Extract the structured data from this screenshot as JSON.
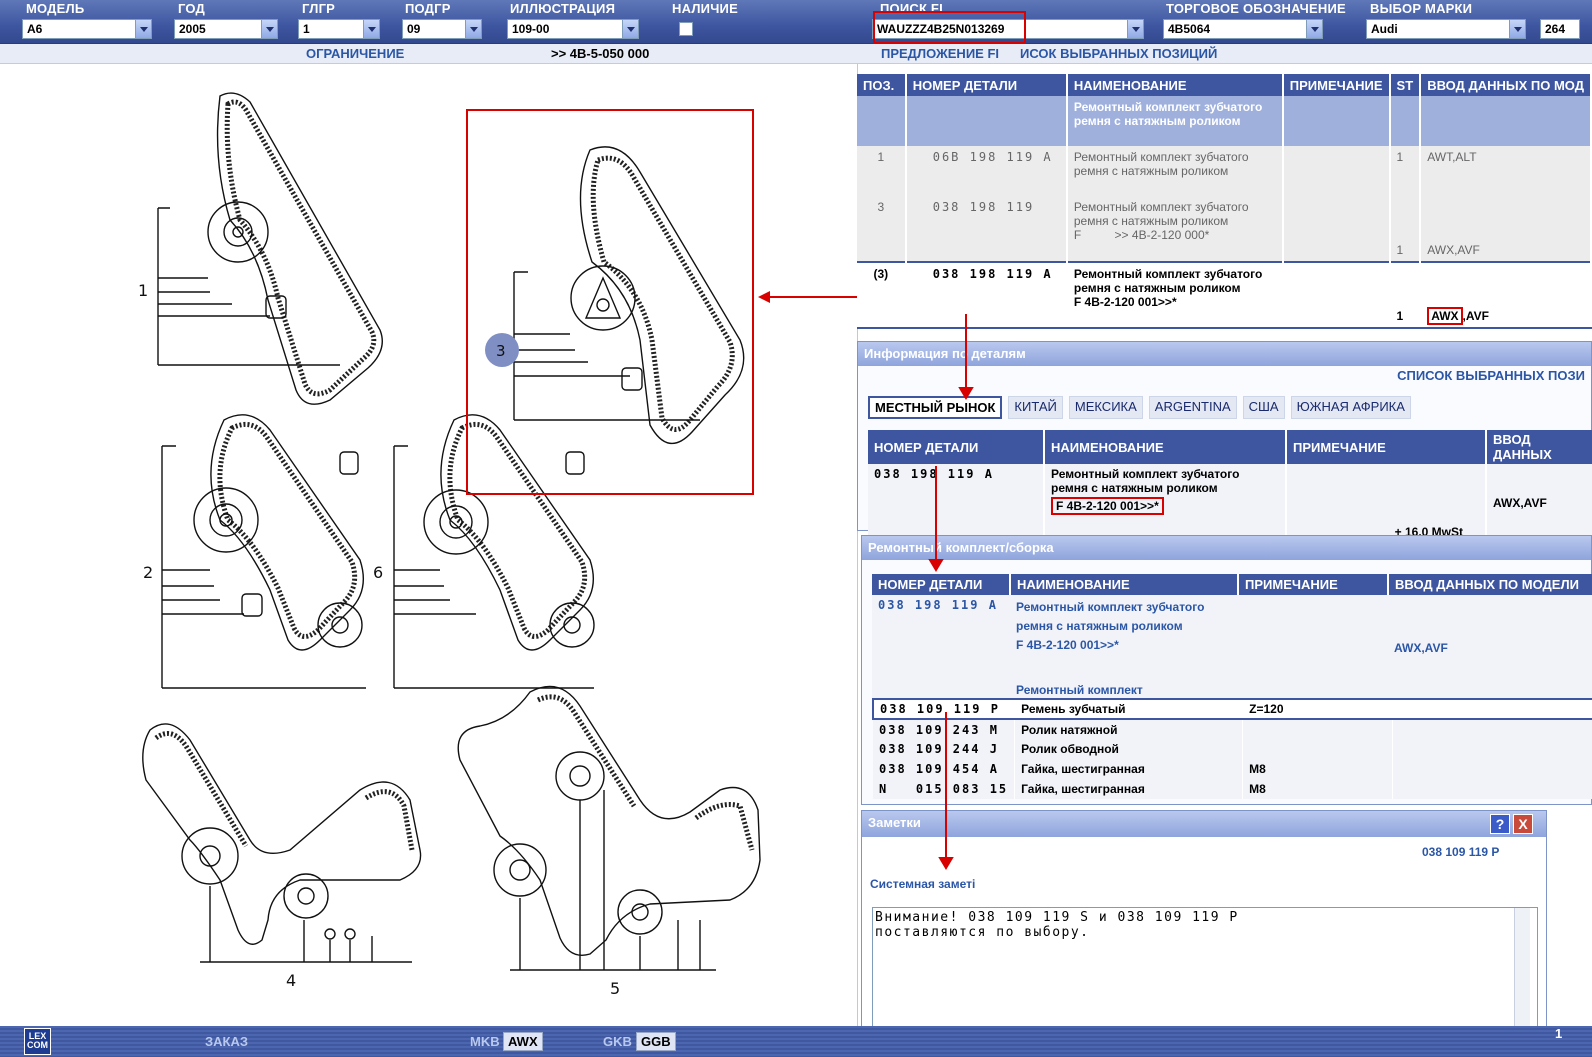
{
  "header": {
    "fields": [
      {
        "id": "model",
        "label": "МОДЕЛЬ",
        "value": "A6"
      },
      {
        "id": "year",
        "label": "ГОД",
        "value": "2005"
      },
      {
        "id": "mg",
        "label": "ГЛГР",
        "value": "1"
      },
      {
        "id": "sg",
        "label": "ПОДГР",
        "value": "09"
      },
      {
        "id": "illu",
        "label": "ИЛЛЮСТРАЦИЯ",
        "value": "109-00"
      },
      {
        "id": "avail",
        "label": "НАЛИЧИЕ",
        "value": ""
      },
      {
        "id": "search",
        "label": "ПОИСК FI",
        "value": "WAUZZZ4B25N013269"
      },
      {
        "id": "trade",
        "label": "ТОРГОВОЕ ОБОЗНАЧЕНИЕ",
        "value": "4B5064"
      },
      {
        "id": "brand",
        "label": "ВЫБОР МАРКИ",
        "value": "Audi"
      }
    ],
    "page_number": "264"
  },
  "subbar": {
    "restriction": "ОГРАНИЧЕНИЕ",
    "restriction_value": ">> 4B-5-050 000",
    "fi_offer": "ПРЕДЛОЖЕНИЕ FI",
    "selected_list": "ИСОК ВЫБРАННЫХ ПОЗИЦИЙ"
  },
  "diagram": {
    "labels": [
      "1",
      "2",
      "3",
      "4",
      "5",
      "6"
    ],
    "callout": "3"
  },
  "parts_table": {
    "columns": [
      "ПОЗ.",
      "НОМЕР ДЕТАЛИ",
      "НАИМЕНОВАНИЕ",
      "ПРИМЕЧАНИЕ",
      "ST",
      "ВВОД ДАННЫХ ПО МОД"
    ],
    "header_row_name": "Ремонтный комплект зубчатого ремня с натяжным роликом",
    "rows": [
      {
        "pos": "1",
        "part": "06B 198 119 A",
        "name1": "Ремонтный комплект зубчатого",
        "name2": "ремня с натяжным роликом",
        "name3": "",
        "note": "",
        "st": "1",
        "model": "AWT,ALT"
      },
      {
        "pos": "3",
        "part": "038 198 119",
        "name1": "Ремонтный комплект зубчатого",
        "name2": "ремня с натяжным роликом",
        "name3": "F          >> 4B-2-120 000*",
        "note": "",
        "st": "1",
        "model": "AWX,AVF"
      }
    ],
    "selected": {
      "pos": "(3)",
      "part": "038 198 119 A",
      "name1": "Ремонтный комплект зубчатого",
      "name2": "ремня с натяжным роликом",
      "name3": "F 4B-2-120 001>>*",
      "note": "",
      "st": "1",
      "model_a": "AWX",
      "model_b": ",AVF"
    }
  },
  "info_panel": {
    "title": "Информация по деталям",
    "selected_list": "СПИСОК ВЫБРАННЫХ ПОЗИ",
    "tabs": [
      "МЕСТНЫЙ РЫНОК",
      "КИТАЙ",
      "МЕКСИКА",
      "ARGENTINA",
      "США",
      "ЮЖНАЯ АФРИКА"
    ],
    "columns": [
      "НОМЕР ДЕТАЛИ",
      "НАИМЕНОВАНИЕ",
      "ПРИМЕЧАНИЕ",
      "ВВОД ДАННЫХ"
    ],
    "row": {
      "part": "038 198 119 A",
      "name1": "Ремонтный комплект зубчатого",
      "name2": "ремня с натяжным роликом",
      "name3": "F 4B-2-120 001>>*",
      "price": "+  16.0 MwSt",
      "model": "AWX,AVF"
    }
  },
  "repair_panel": {
    "title": "Ремонтный комплект/сборка",
    "columns": [
      "НОМЕР ДЕТАЛИ",
      "НАИМЕНОВАНИЕ",
      "ПРИМЕЧАНИЕ",
      "ВВОД ДАННЫХ ПО МОДЕЛИ"
    ],
    "main": {
      "part": "038 198 119 A",
      "name1": "Ремонтный комплект зубчатого",
      "name2": "ремня с натяжным роликом",
      "name3": "F 4B-2-120 001>>*",
      "model": "AWX,AVF"
    },
    "kit_label": "Ремонтный комплект",
    "items": [
      {
        "part": "038 109 119 P",
        "name": "Ремень зубчатый",
        "note": "Z=120"
      },
      {
        "part": "038 109 243 M",
        "name": "Ролик натяжной",
        "note": ""
      },
      {
        "part": "038 109 244 J",
        "name": "Ролик обводной",
        "note": ""
      },
      {
        "part": "038 109 454 A",
        "name": "Гайка, шестигранная",
        "note": "M8"
      },
      {
        "part": "N   015 083 15",
        "name": "Гайка, шестигранная",
        "note": "M8"
      }
    ]
  },
  "notes_panel": {
    "title": "Заметки",
    "part_ref": "038 109 119 P",
    "system_note_label": "Системная заметі",
    "text": "Внимание! 038 109 119 S и 038 109 119 P\nпоставляются по выбору.",
    "help": "?",
    "close": "X"
  },
  "statusbar": {
    "logo": "LEX COM",
    "order": "ЗАКАЗ",
    "mkb_label": "MKB",
    "mkb_value": "AWX",
    "gkb_label": "GKB",
    "gkb_value": "GGB",
    "right_digit": "1"
  }
}
